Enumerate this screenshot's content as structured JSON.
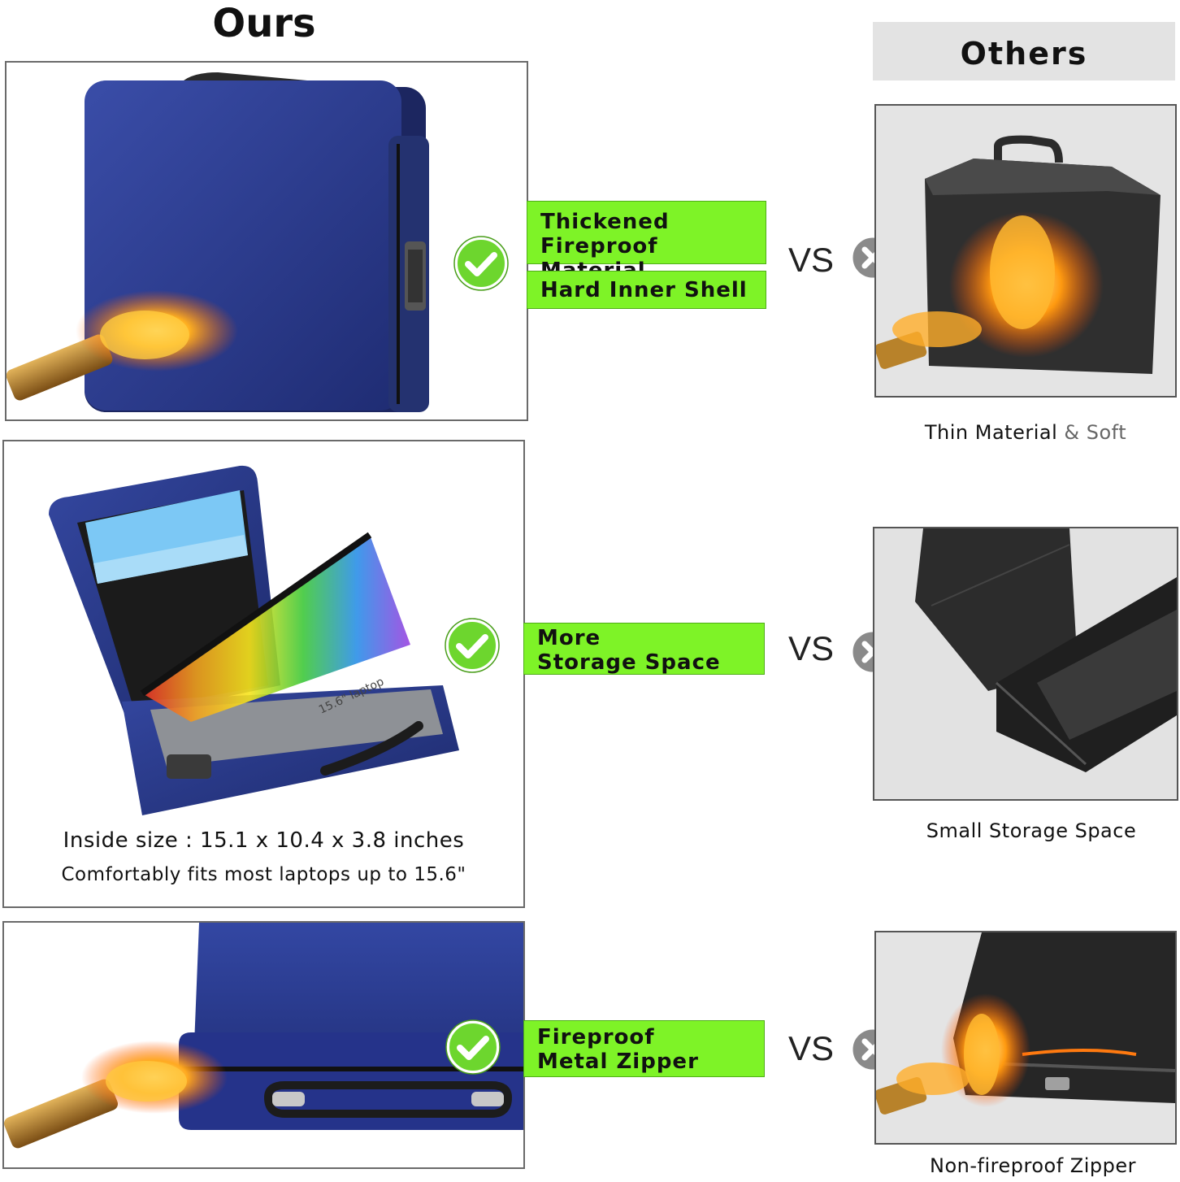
{
  "headings": {
    "ours": "Ours",
    "others": "Others"
  },
  "rows": [
    {
      "labels": [
        "Thickened",
        "Fireproof Material"
      ],
      "extra_label": "Hard Inner Shell",
      "vs": "VS",
      "others_caption_main": "Thin Material",
      "others_caption_muted": " & Soft"
    },
    {
      "labels": [
        "More",
        "Storage Space"
      ],
      "vs": "VS",
      "inside_size": "Inside size : 15.1 x 10.4 x 3.8 inches",
      "fits": "Comfortably fits most laptops up to 15.6\"",
      "laptop_tag": "15.6\" laptop",
      "others_caption": "Small Storage Space"
    },
    {
      "labels": [
        "Fireproof",
        "Metal Zipper"
      ],
      "vs": "VS",
      "others_caption": "Non-fireproof Zipper"
    }
  ],
  "colors": {
    "accent_green": "#7ef327",
    "check_green": "#6dd62e",
    "case_blue": "#2a3a8c",
    "x_gray": "#8a8a8a"
  },
  "icons": {
    "ok": "checkmark-circle-icon",
    "bad": "x-circle-icon"
  }
}
